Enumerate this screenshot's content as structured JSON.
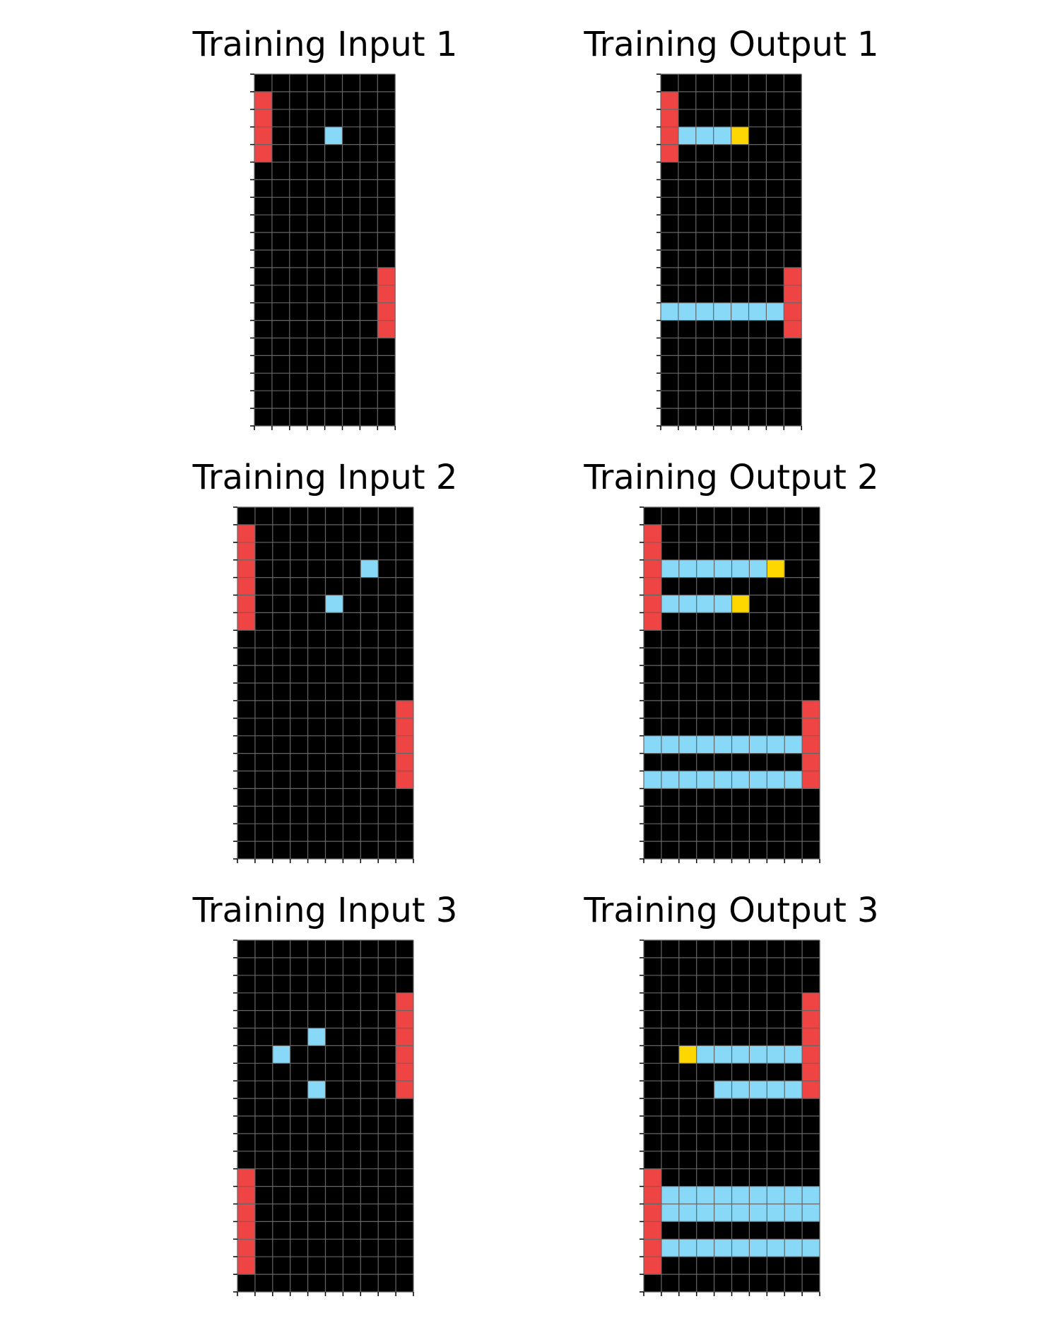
{
  "colors": {
    "background": "#000000",
    "gridline": "#666666",
    "1": "#ee4444",
    "2": "#88d8f8",
    "3": "#ffd700"
  },
  "legend": {
    "0": "black",
    "1": "red",
    "2": "light-blue",
    "3": "yellow"
  },
  "panels": [
    {
      "title": "Training Input 1",
      "rows": 20,
      "cols": 8,
      "grid": [
        "00000000",
        "10000000",
        "10000000",
        "10002000",
        "10000000",
        "00000000",
        "00000000",
        "00000000",
        "00000000",
        "00000000",
        "00000000",
        "00000001",
        "00000001",
        "00000001",
        "00000001",
        "00000000",
        "00000000",
        "00000000",
        "00000000",
        "00000000"
      ]
    },
    {
      "title": "Training Output 1",
      "rows": 20,
      "cols": 8,
      "grid": [
        "00000000",
        "10000000",
        "10000000",
        "12223000",
        "10000000",
        "00000000",
        "00000000",
        "00000000",
        "00000000",
        "00000000",
        "00000000",
        "00000001",
        "00000001",
        "22222221",
        "00000001",
        "00000000",
        "00000000",
        "00000000",
        "00000000",
        "00000000"
      ]
    },
    {
      "title": "Training Input 2",
      "rows": 20,
      "cols": 10,
      "grid": [
        "0000000000",
        "1000000000",
        "1000000000",
        "1000000200",
        "1000000000",
        "1000020000",
        "1000000000",
        "0000000000",
        "0000000000",
        "0000000000",
        "0000000000",
        "0000000001",
        "0000000001",
        "0000000001",
        "0000000001",
        "0000000001",
        "0000000000",
        "0000000000",
        "0000000000",
        "0000000000"
      ]
    },
    {
      "title": "Training Output 2",
      "rows": 20,
      "cols": 10,
      "grid": [
        "0000000000",
        "1000000000",
        "1000000000",
        "1222222300",
        "1000000000",
        "1222230000",
        "1000000000",
        "0000000000",
        "0000000000",
        "0000000000",
        "0000000000",
        "0000000001",
        "0000000001",
        "2222222221",
        "0000000001",
        "2222222221",
        "0000000000",
        "0000000000",
        "0000000000",
        "0000000000"
      ]
    },
    {
      "title": "Training Input 3",
      "rows": 20,
      "cols": 10,
      "grid": [
        "0000000000",
        "0000000000",
        "0000000000",
        "0000000001",
        "0000000001",
        "0000200001",
        "0020000001",
        "0000000001",
        "0000200001",
        "0000000000",
        "0000000000",
        "0000000000",
        "0000000000",
        "1000000000",
        "1000000000",
        "1000000000",
        "1000000000",
        "1000000000",
        "1000000000",
        "0000000000"
      ]
    },
    {
      "title": "Training Output 3",
      "rows": 20,
      "cols": 10,
      "grid": [
        "0000000000",
        "0000000000",
        "0000000000",
        "0000000001",
        "0000000001",
        "0000000001",
        "0032222221",
        "0000000001",
        "0000222221",
        "0000000000",
        "0000000000",
        "0000000000",
        "0000000000",
        "1000000000",
        "1222222222",
        "1222222222",
        "1000000000",
        "1222222222",
        "1000000000",
        "0000000000"
      ]
    }
  ]
}
